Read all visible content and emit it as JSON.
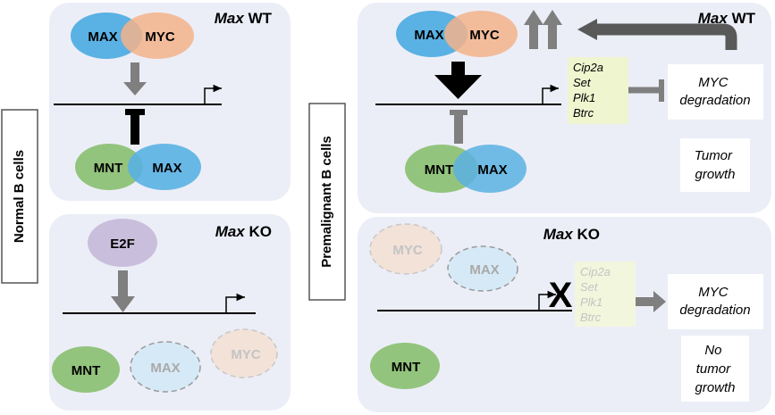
{
  "colors": {
    "panel_bg": "#eceef7",
    "max_blue": "#5ab1e3",
    "myc_orange": "#f3b38b",
    "mnt_green": "#93c47d",
    "e2f_purple": "#c9bfdd",
    "arrow_gray": "#7f7f7f",
    "gene_box_yellow": "#eef5cf"
  },
  "side_labels": {
    "normal": "Normal B cells",
    "premalignant": "Premalignant  B cells"
  },
  "panels": {
    "normal_wt": {
      "title_italic": "Max",
      "title_rest": " WT",
      "max_label": "MAX",
      "myc_label": "MYC",
      "mnt_label": "MNT",
      "max2_label": "MAX"
    },
    "normal_ko": {
      "title_italic": "Max",
      "title_rest": " KO",
      "e2f_label": "E2F",
      "mnt_label": "MNT",
      "max_label": "MAX",
      "myc_label": "MYC"
    },
    "premalignant_wt": {
      "title_italic": "Max",
      "title_rest": " WT",
      "max_label": "MAX",
      "myc_label": "MYC",
      "mnt_label": "MNT",
      "max2_label": "MAX",
      "genes": [
        "Cip2a",
        "Set",
        "Plk1",
        "Btrc"
      ],
      "myc_degradation": [
        "MYC",
        "degradation"
      ],
      "tumor_growth": [
        "Tumor",
        "growth"
      ]
    },
    "premalignant_ko": {
      "title_italic": "Max",
      "title_rest": " KO",
      "myc_label": "MYC",
      "max_label": "MAX",
      "mnt_label": "MNT",
      "genes": [
        "Cip2a",
        "Set",
        "Plk1",
        "Btrc"
      ],
      "block_mark": "X",
      "myc_degradation": [
        "MYC",
        "degradation"
      ],
      "no_tumor_growth": [
        "No",
        "tumor",
        "growth"
      ]
    }
  }
}
